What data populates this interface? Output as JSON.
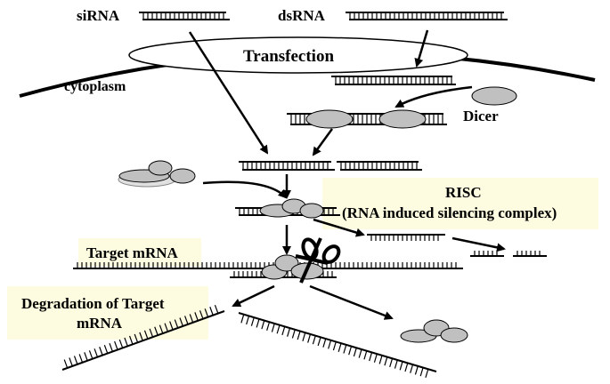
{
  "labels": {
    "sirna": "siRNA",
    "dsrna": "dsRNA",
    "transfection": "Transfection",
    "cytoplasm": "cytoplasm",
    "dicer": "Dicer",
    "risc_line1": "RISC",
    "risc_line2": "(RNA induced silencing complex)",
    "target_mrna": "Target mRNA",
    "degradation_line1": "Degradation of Target",
    "degradation_line2": "mRNA"
  },
  "colors": {
    "protein_fill": "#c0c0c0",
    "highlight_box": "#fdfbe0",
    "ink": "#000000"
  }
}
